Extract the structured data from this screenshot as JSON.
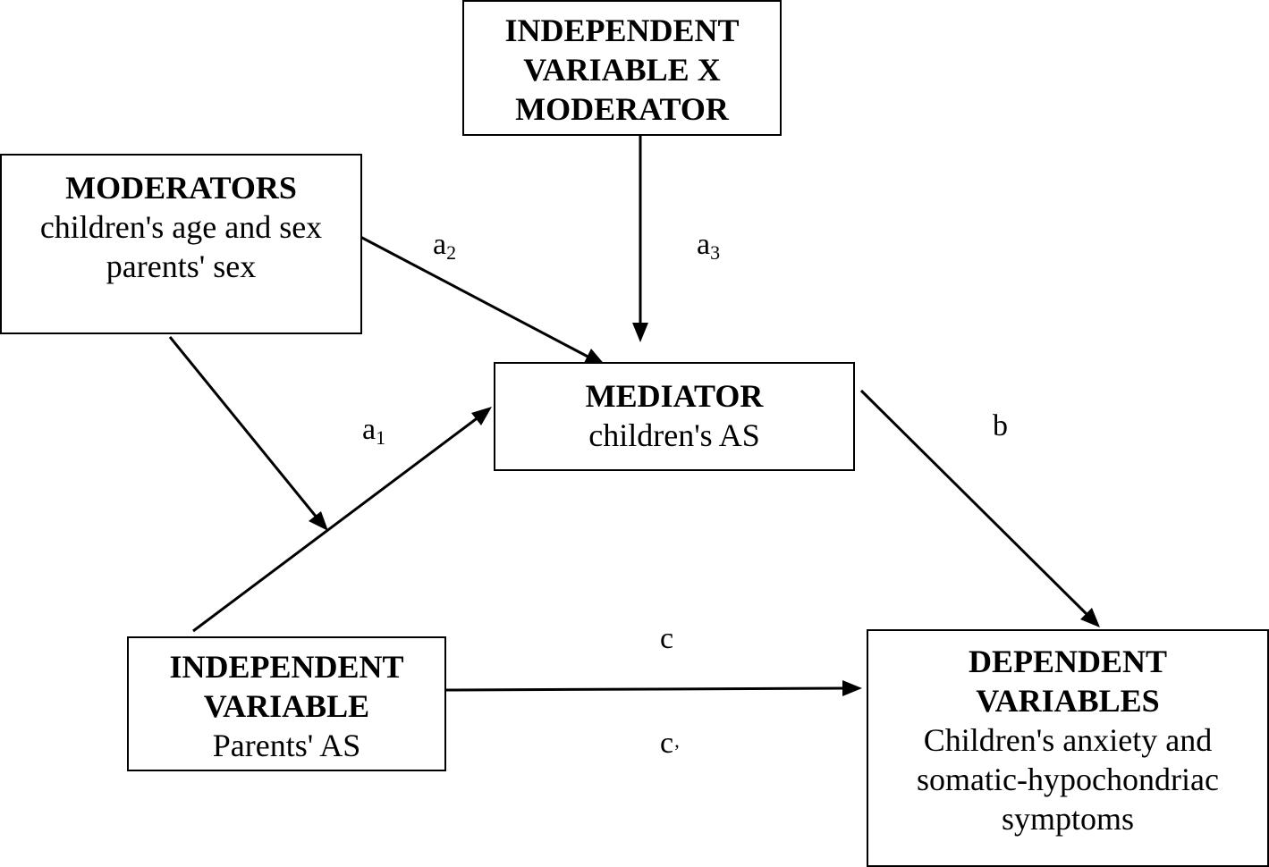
{
  "boxes": {
    "independent_x_moderator": {
      "title_lines": [
        "INDEPENDENT",
        "VARIABLE X",
        "MODERATOR"
      ]
    },
    "moderators": {
      "title": "MODERATORS",
      "lines": [
        "children's age and sex",
        "parents' sex"
      ]
    },
    "mediator": {
      "title": "MEDIATOR",
      "lines": [
        "children's AS"
      ]
    },
    "independent_variable": {
      "title_lines": [
        "INDEPENDENT",
        "VARIABLE"
      ],
      "lines": [
        "Parents' AS"
      ]
    },
    "dependent_variables": {
      "title_lines": [
        "DEPENDENT",
        "VARIABLES"
      ],
      "lines": [
        "Children's anxiety and",
        "somatic-hypochondriac",
        "symptoms"
      ]
    }
  },
  "paths": {
    "a1": {
      "base": "a",
      "sub": "1"
    },
    "a2": {
      "base": "a",
      "sub": "2"
    },
    "a3": {
      "base": "a",
      "sub": "3"
    },
    "b": {
      "base": "b"
    },
    "c": {
      "base": "c"
    },
    "c_prime": {
      "base": "c",
      "mark": "’"
    }
  },
  "colors": {
    "line": "#000000",
    "background": "#ffffff"
  }
}
